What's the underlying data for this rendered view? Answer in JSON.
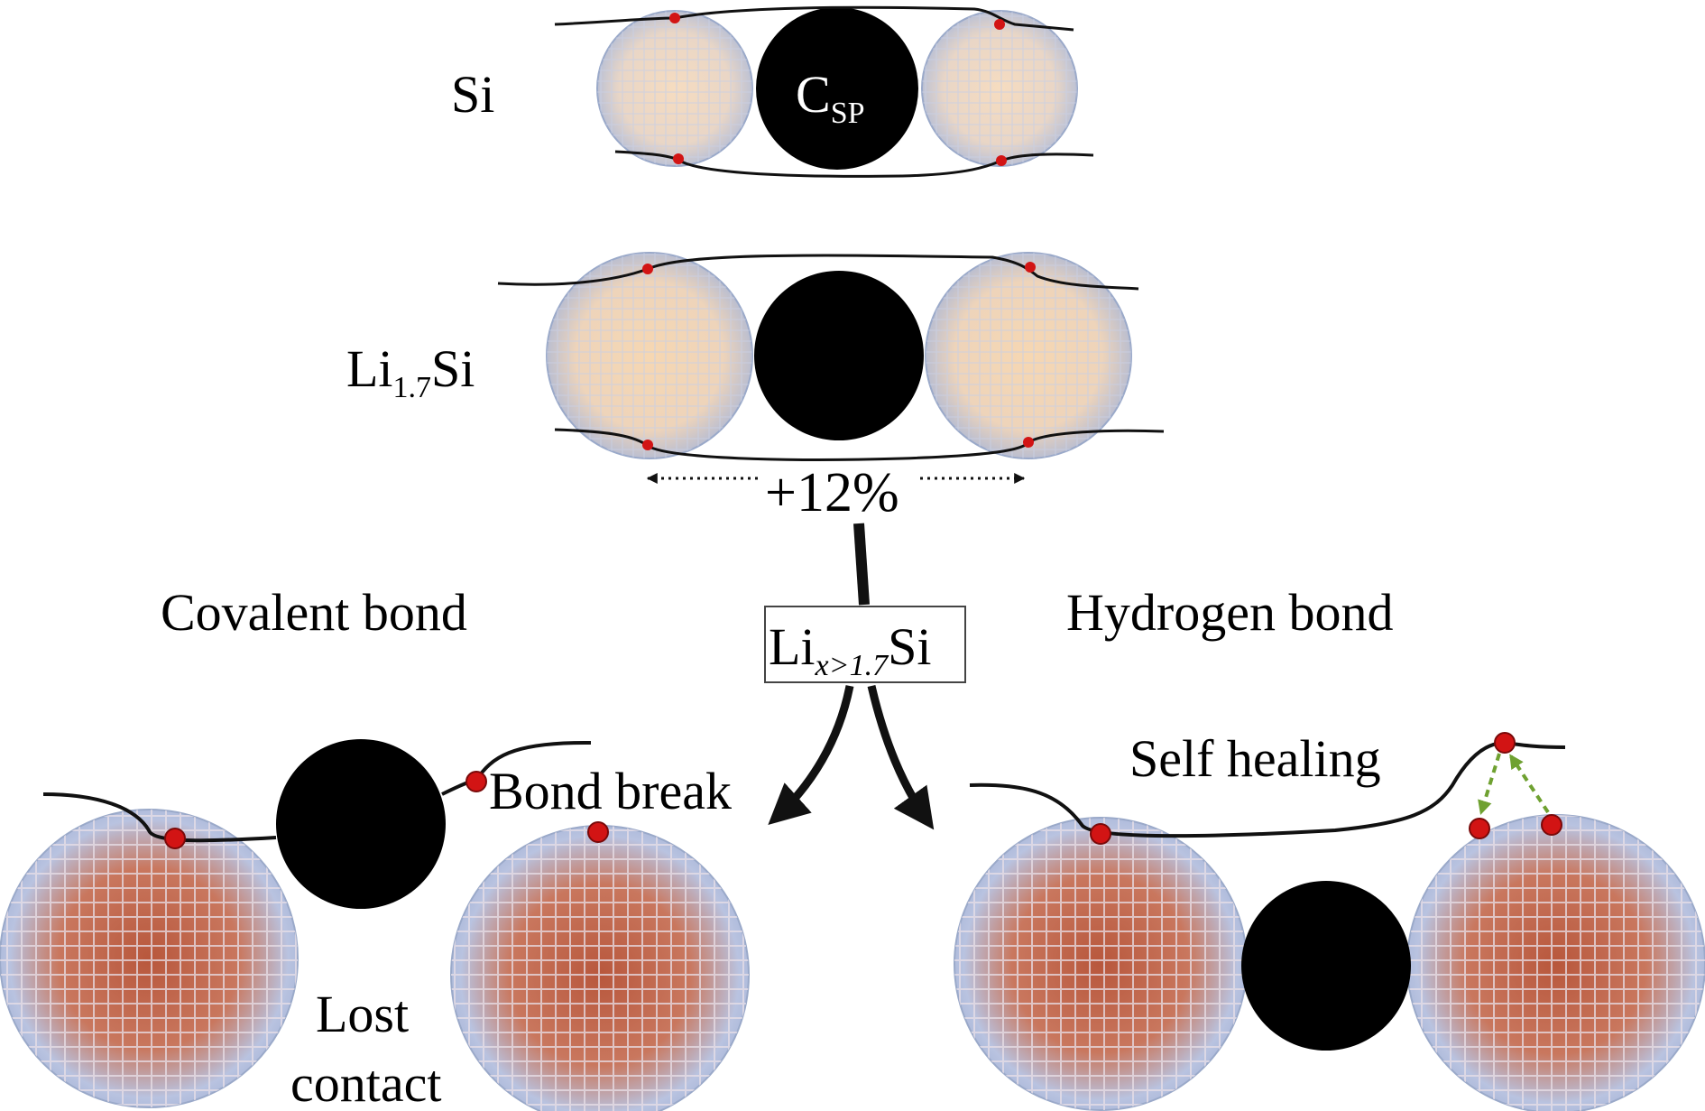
{
  "labels": {
    "si": "Si",
    "lisi_main": "Li",
    "lisi_sub": "1.7",
    "lisi_tail": "Si",
    "csp_main": "C",
    "csp_sub": "SP",
    "expansion": "+12%",
    "covalent": "Covalent bond",
    "hydrogen": "Hydrogen bond",
    "box_main": "Li",
    "box_sub": "x>1.7",
    "box_tail": "Si",
    "bond_break": "Bond break",
    "self_healing": "Self healing",
    "lost_line1": "Lost",
    "lost_line2": "contact"
  },
  "colors": {
    "sphere_outline": "#9aa9c9",
    "sphere_tint_light": "#f4d7b6",
    "sphere_tint_lithiated": "#c0573d",
    "carbon": "#000000",
    "binder_node": "#d21414",
    "healing_arrow": "#6fa131",
    "line": "#111111"
  }
}
